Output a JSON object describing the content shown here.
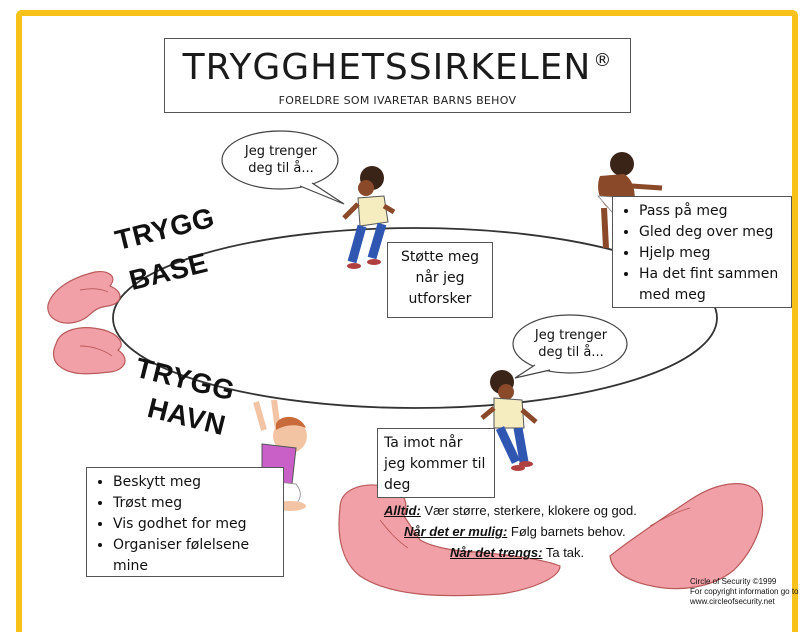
{
  "title": {
    "main": "TRYGGHETSSIRKELEN",
    "reg_mark": "®",
    "subtitle": "FORELDRE SOM IVARETAR BARNS BEHOV"
  },
  "bubble_top": {
    "lines": [
      "Jeg trenger",
      "deg til å..."
    ]
  },
  "bubble_right": {
    "lines": [
      "Jeg trenger",
      "deg til å..."
    ]
  },
  "labels": {
    "secure_base_1": "TRYGG",
    "secure_base_2": "BASE",
    "safe_haven_1": "TRYGG",
    "safe_haven_2": "HAVN"
  },
  "support_box": {
    "lines": [
      "Støtte meg",
      "når jeg",
      "utforsker"
    ]
  },
  "welcome_box": {
    "lines": [
      "Ta imot når",
      "jeg kommer til",
      "deg"
    ]
  },
  "top_needs": {
    "items": [
      "Pass på meg",
      "Gled deg over meg",
      "Hjelp meg",
      "Ha det fint sammen med meg"
    ]
  },
  "bottom_needs": {
    "items": [
      "Beskytt meg",
      "Trøst meg",
      "Vis godhet for meg",
      "Organiser følelsene mine"
    ]
  },
  "motto": {
    "line1_key": "Alltid:",
    "line1_text": " Vær større, sterkere, klokere og god.",
    "line2_key": "Når det er mulig:",
    "line2_text": " Følg barnets behov.",
    "line3_key": "Når det trengs:",
    "line3_text": " Ta tak."
  },
  "credits": {
    "lines": [
      "Circle of Security ©1999",
      "For copyright information go to",
      "www.circleofsecurity.net"
    ]
  },
  "colors": {
    "frame": "#f7c21a",
    "skin_pink": "#f2a0a8",
    "hand_outline": "#c0605f",
    "shirt_yellow": "#f5ecc0",
    "pants_blue": "#2f56b0",
    "baby_shirt": "#c860c8",
    "child_skin": "#8a4a2a"
  }
}
